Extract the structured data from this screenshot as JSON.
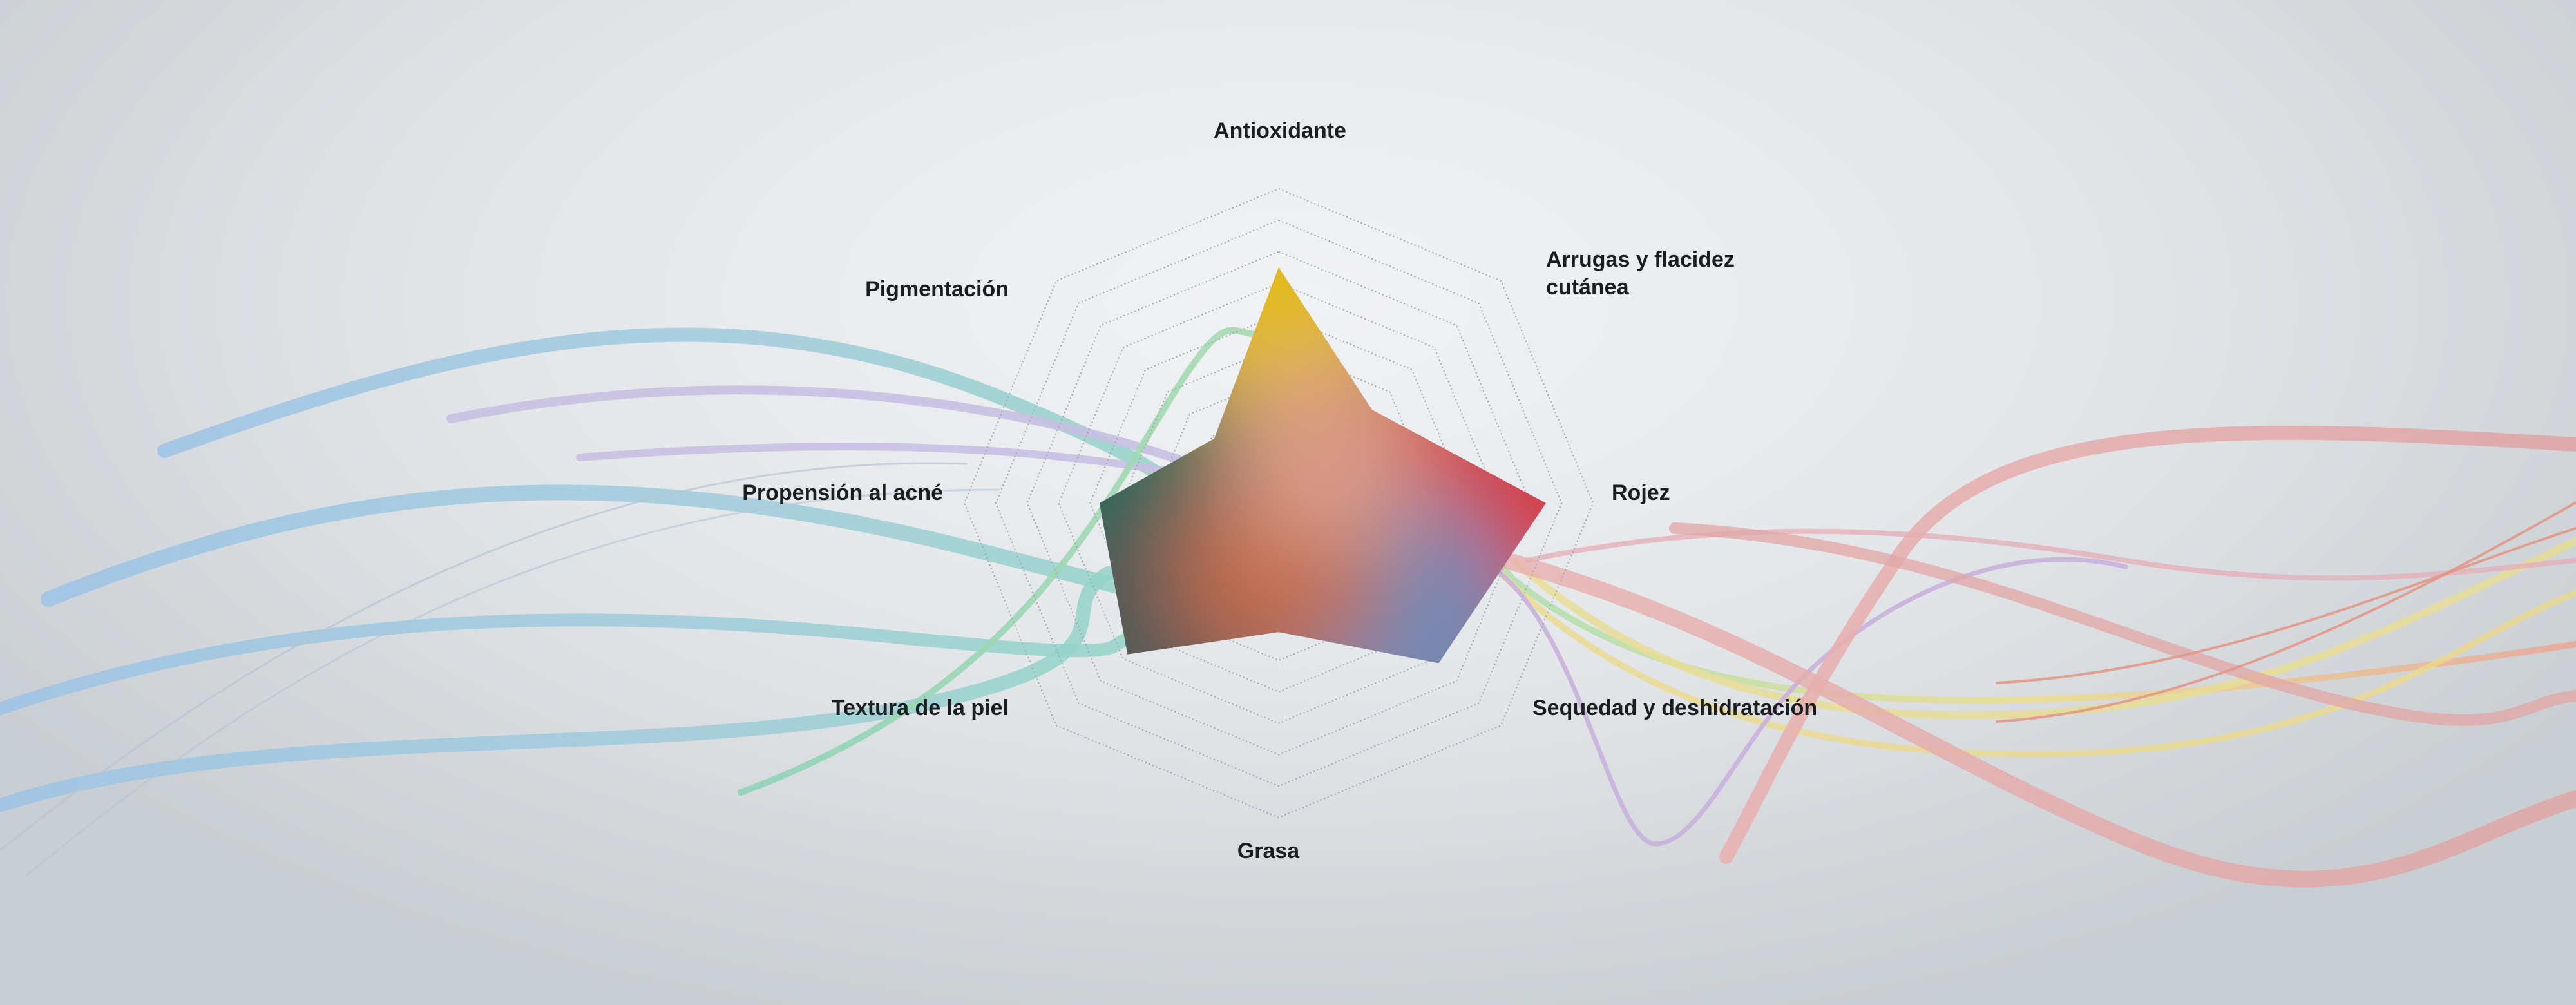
{
  "chart_data": {
    "type": "radar",
    "title": "",
    "axes": [
      "Antioxidante",
      "Arrugas y flacidez cutánea",
      "Rojez",
      "Sequedad y deshidratación",
      "Grasa",
      "Textura de la piel",
      "Propensión al acné",
      "Pigmentación"
    ],
    "axis_label_lines": {
      "arrugas_line1": "Arrugas y flacidez",
      "arrugas_line2": "cutánea"
    },
    "values": [
      7.5,
      4.2,
      8.5,
      7.2,
      4.1,
      6.8,
      5.7,
      2.9
    ],
    "range": [
      0,
      10
    ],
    "grid_rings": 10,
    "grid": true,
    "colors": {
      "antioxidante": "#e2bb1e",
      "rojez": "#d83a3e",
      "propension": "#1f6a5c",
      "sequedad": "#6f8bb8",
      "grasa": "#c06a4c"
    }
  }
}
